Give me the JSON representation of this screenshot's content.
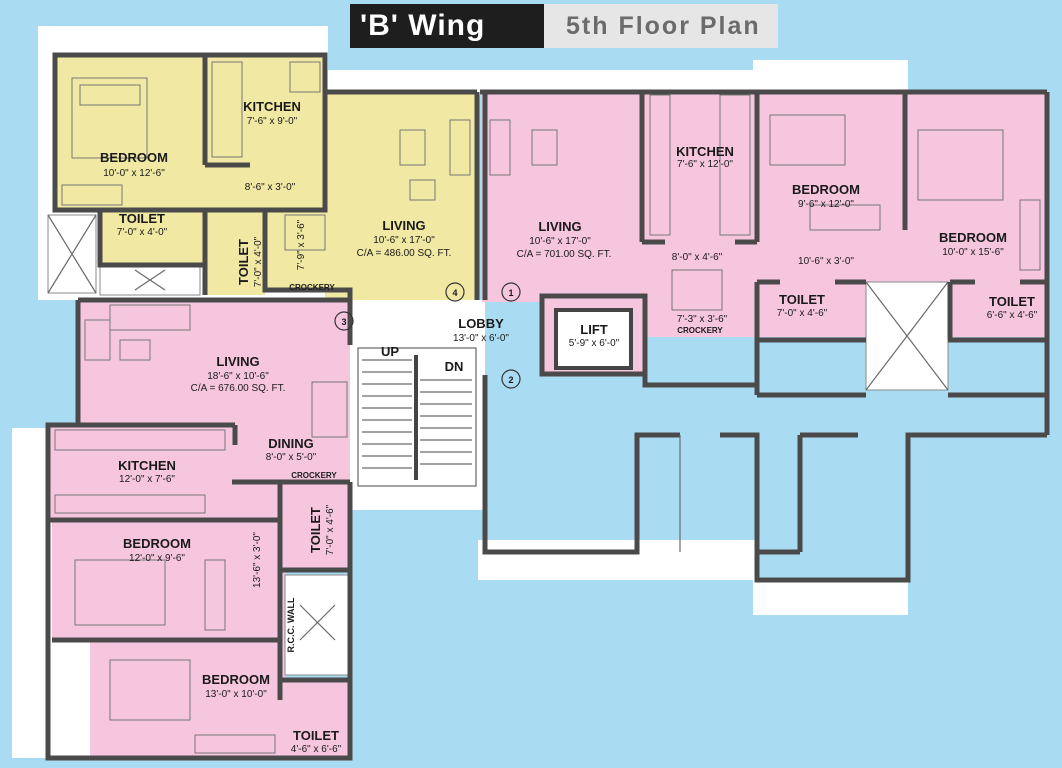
{
  "header": {
    "wing": "'B' Wing",
    "floor": "5th Floor Plan"
  },
  "flats": {
    "yellow": {
      "bedroom": {
        "name": "BEDROOM",
        "size": "10'-0\" x 12'-6\""
      },
      "kitchen": {
        "name": "KITCHEN",
        "size": "7'-6\" x 9'-0\""
      },
      "passage": "8'-6\" x 3'-0\"",
      "toilet": {
        "name": "TOILET",
        "size": "7'-0\" x 4'-0\""
      },
      "toilet2": {
        "name": "TOILET",
        "size": "7'-0\" x 4'-0\""
      },
      "dining": "7'-9\" x 3'-6\"",
      "living": {
        "name": "LIVING",
        "size": "10'-6\" x 17'-0\"",
        "area": "C/A = 486.00 SQ. FT."
      },
      "crockery": "CROCKERY",
      "number": "4"
    },
    "right": {
      "living": {
        "name": "LIVING",
        "size": "10'-6\" x 17'-0\"",
        "area": "C/A = 701.00 SQ. FT."
      },
      "kitchen": {
        "name": "KITCHEN",
        "size": "7'-6\" x 12'-0\""
      },
      "bedroom1": {
        "name": "BEDROOM",
        "size": "9'-6\" x 12'-0\""
      },
      "bedroom2": {
        "name": "BEDROOM",
        "size": "10'-0\" x 15'-6\""
      },
      "dining": "8'-0\" x 4'-6\"",
      "passage": "10'-6\" x 3'-0\"",
      "toilet1": {
        "name": "TOILET",
        "size": "7'-0\" x 4'-6\""
      },
      "toilet2": {
        "name": "TOILET",
        "size": "6'-6\" x 4'-6\""
      },
      "crockery_size": "7'-3\" x 3'-6\"",
      "crockery": "CROCKERY",
      "number": "1"
    },
    "left": {
      "living": {
        "name": "LIVING",
        "size": "18'-6\" x 10'-6\"",
        "area": "C/A = 676.00 SQ. FT."
      },
      "dining": {
        "name": "DINING",
        "size": "8'-0\" x 5'-0\""
      },
      "crockery": "CROCKERY",
      "kitchen": {
        "name": "KITCHEN",
        "size": "12'-0\" x 7'-6\""
      },
      "bedroom1": {
        "name": "BEDROOM",
        "size": "12'-0\" x 9'-6\""
      },
      "passage": "13'-6\" x 3'-0\"",
      "toilet1": {
        "name": "TOILET",
        "size": "7'-0\" x 4'-6\""
      },
      "rcc": "R.C.C. WALL",
      "bedroom2": {
        "name": "BEDROOM",
        "size": "13'-0\" x 10'-0\""
      },
      "toilet2": {
        "name": "TOILET",
        "size": "4'-6\" x 6'-6\""
      },
      "number": "3"
    }
  },
  "common": {
    "lobby": {
      "name": "LOBBY",
      "size": "13'-0\" x 6'-0\""
    },
    "lift": {
      "name": "LIFT",
      "size": "5'-9\" x 6'-0\""
    },
    "up": "UP",
    "dn": "DN",
    "flat2_number": "2"
  },
  "colors": {
    "yellow_flat": "#f1e8a3",
    "pink_flat": "#f6c6df",
    "wall": "#4a4a4a",
    "background": "#a9dcf3",
    "slab": "#ffffff"
  }
}
